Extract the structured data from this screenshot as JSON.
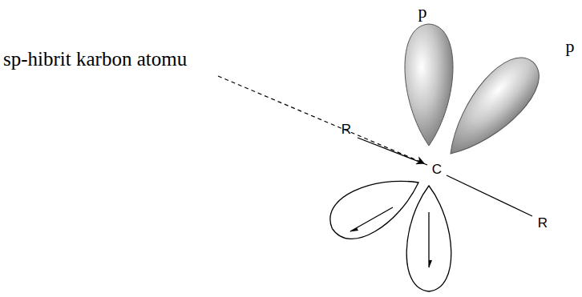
{
  "diagram": {
    "labels": [
      "p",
      "p",
      "sp-hibrit karbon atomu",
      "R",
      "C",
      "R"
    ]
  }
}
